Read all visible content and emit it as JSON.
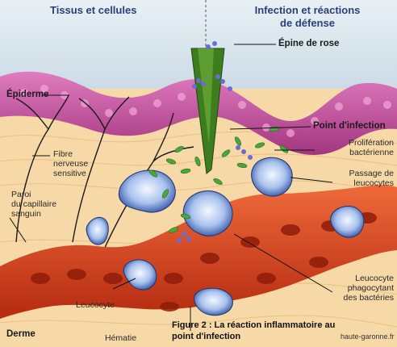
{
  "header": {
    "left_title": "Tissus et cellules",
    "right_title_line1": "Infection et réactions",
    "right_title_line2": "de défense"
  },
  "labels": {
    "epine": "Épine de rose",
    "epiderme": "Épiderme",
    "point_infection": "Point d'infection",
    "fibre_line1": "Fibre",
    "fibre_line2": "nerveuse",
    "fibre_line3": "sensitive",
    "proliferation_line1": "Prolifération",
    "proliferation_line2": "bactérienne",
    "paroi_line1": "Paroi",
    "paroi_line2": "du capillaire",
    "paroi_line3": "sanguin",
    "passage_line1": "Passage de",
    "passage_line2": "leucocytes",
    "leucocyte": "Leucocyte",
    "leuco_phago_line1": "Leucocyte",
    "leuco_phago_line2": "phagocytant",
    "leuco_phago_line3": "des bactéries",
    "derme": "Derme",
    "hematie": "Hématie"
  },
  "caption": {
    "line1": "Figure 2 : La réaction inflammatoire au",
    "line2": "point d'infection"
  },
  "credit": "haute-garonne.fr",
  "colors": {
    "tissue": "#f6d9a6",
    "epidermis": "#c25aa0",
    "capillary": "#d8401e",
    "leukocyte": "#2d4fa0",
    "bacteria": "#4aa83a",
    "thorn": "#3d7d1e",
    "title": "#2a3f7a"
  }
}
